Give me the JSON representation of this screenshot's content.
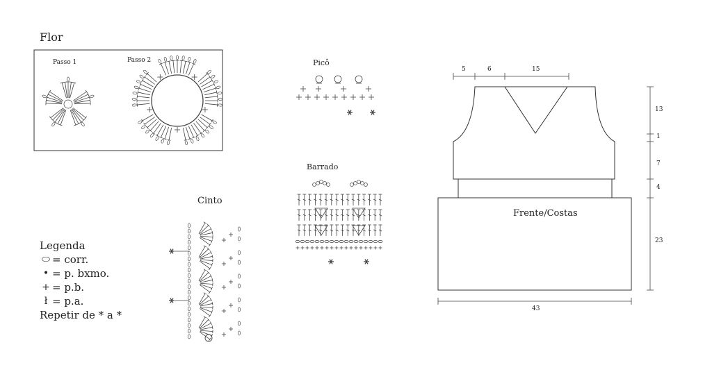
{
  "flower": {
    "title": "Flor",
    "step1": "Passo 1",
    "step2": "Passo 2"
  },
  "pico": {
    "title": "Picô"
  },
  "barrado": {
    "title": "Barrado"
  },
  "cinto": {
    "title": "Cinto"
  },
  "legend": {
    "title": "Legenda",
    "items": [
      {
        "symbol": "⬭",
        "text": "= corr."
      },
      {
        "symbol": "•",
        "text": "= p. bxmo."
      },
      {
        "symbol": "+",
        "text": "= p.b."
      },
      {
        "symbol": "ł",
        "text": "= p.a."
      }
    ],
    "repeat": "Repetir de * a *"
  },
  "garment": {
    "label": "Frente/Costas",
    "top_dims": [
      "5",
      "6",
      "15"
    ],
    "side_dims": [
      "13",
      "1",
      "7",
      "4",
      "23"
    ],
    "bottom_dim": "43"
  }
}
